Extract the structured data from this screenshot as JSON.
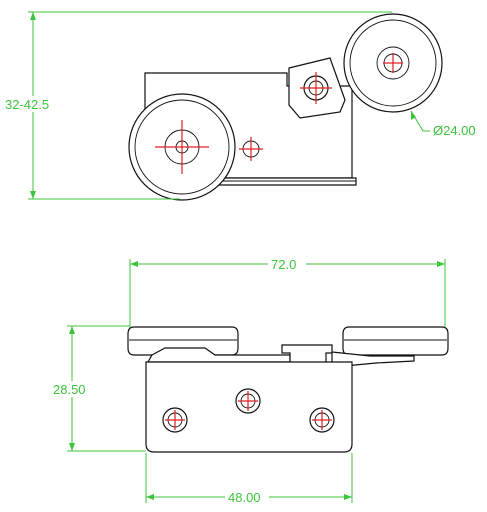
{
  "dimensions": {
    "height_range": "32-42.5",
    "wheel_diameter": "Ø24.00",
    "overall_width": "72.0",
    "plate_height": "28.50",
    "plate_width": "48.00"
  },
  "colors": {
    "dimension": "#3cc43c",
    "outline": "#111111",
    "centerline": "#e02020"
  }
}
